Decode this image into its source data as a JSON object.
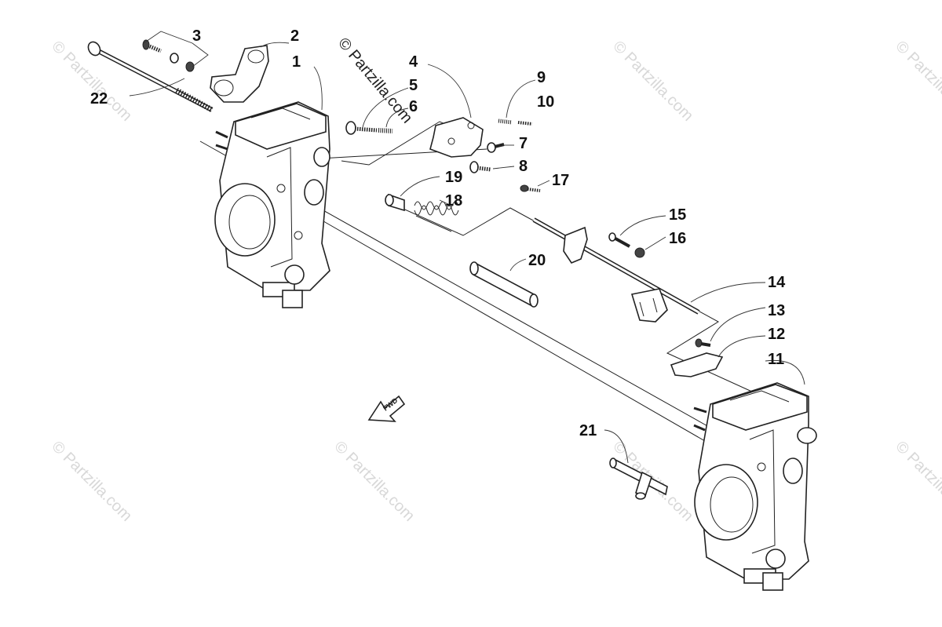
{
  "copyright": "© Partzilla.com",
  "watermark": "© Partzilla.com",
  "fwd_label": "FWD",
  "callouts": {
    "c1": "1",
    "c2": "2",
    "c3": "3",
    "c4": "4",
    "c5": "5",
    "c6": "6",
    "c7": "7",
    "c8": "8",
    "c9": "9",
    "c10": "10",
    "c11": "11",
    "c12": "12",
    "c13": "13",
    "c14": "14",
    "c15": "15",
    "c16": "16",
    "c17": "17",
    "c18": "18",
    "c19": "19",
    "c20": "20",
    "c21": "21",
    "c22": "22"
  }
}
